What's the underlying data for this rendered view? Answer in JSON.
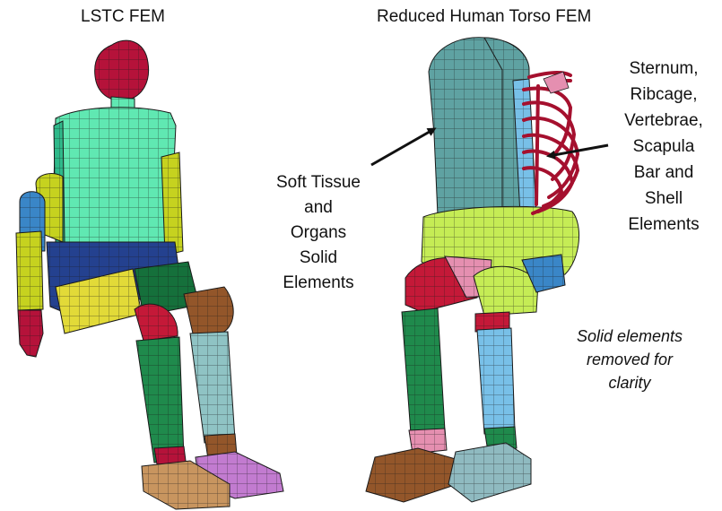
{
  "titles": {
    "left": "LSTC  FEM",
    "right": "Reduced Human Torso FEM"
  },
  "labels": {
    "soft_tissue": [
      "Soft Tissue",
      "and",
      "Organs",
      "Solid",
      "Elements"
    ],
    "skeleton": [
      "Sternum,",
      "Ribcage,",
      "Vertebrae,",
      "Scapula",
      "Bar and",
      "Shell",
      "Elements"
    ]
  },
  "note": [
    "Solid elements",
    "removed for",
    "clarity"
  ],
  "colors": {
    "head": "#b5123a",
    "torso": "#60e8b2",
    "torso_dark": "#2fb98a",
    "arm_blue": "#3a86c7",
    "yellow": "#c6d21f",
    "pelvis": "#24418f",
    "thigh_yellow": "#e2da38",
    "thigh_green": "#15703b",
    "knee": "#c41938",
    "brown": "#93562a",
    "shin_green": "#1f8a4c",
    "shin_gray": "#8fc3c4",
    "foot_tan": "#c8955f",
    "foot_pink": "#c27bd0",
    "torso_shell": "#5fa2a2",
    "spine_blue": "#78c0e8",
    "rib_red": "#a5102e",
    "pelvis_yellow": "#c5ec55",
    "pink": "#e58fb0",
    "foot_blue": "#8fbac0",
    "mesh": "#1a1a1a"
  }
}
